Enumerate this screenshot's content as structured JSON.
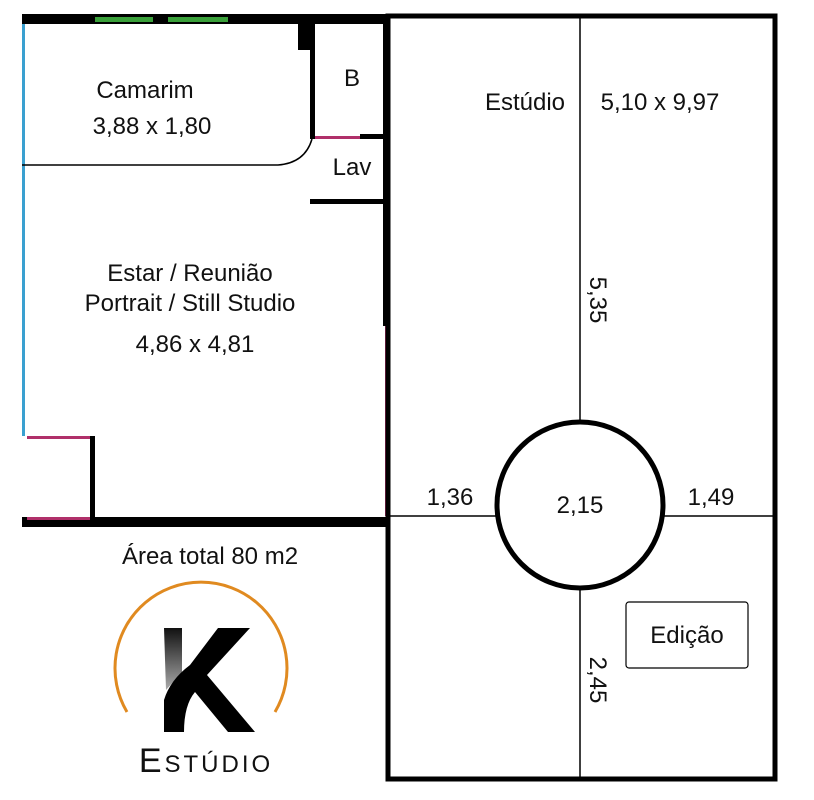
{
  "rooms": {
    "camarim": {
      "name": "Camarim",
      "size": "3,88 x 1,80"
    },
    "bathroom": {
      "name": "B"
    },
    "lavatory": {
      "name": "Lav"
    },
    "living": {
      "line1": "Estar / Reunião",
      "line2": "Portrait / Still Studio",
      "size": "4,86 x 4,81"
    },
    "studio": {
      "name": "Estúdio",
      "size": "5,10 x 9,97"
    },
    "editing": {
      "name": "Edição"
    }
  },
  "dimensions": {
    "vertical_top": "5,35",
    "left": "1,36",
    "circle": "2,15",
    "right": "1,49",
    "vertical_bottom": "2,45"
  },
  "total_area": "Área total 80 m2",
  "logo": {
    "letter": "K",
    "text": "Estúdio"
  },
  "colors": {
    "wall": "#000000",
    "window": "#3aa03a",
    "glass": "#3aa0d0",
    "door": "#b0306a",
    "logo_arc": "#e08a20"
  }
}
